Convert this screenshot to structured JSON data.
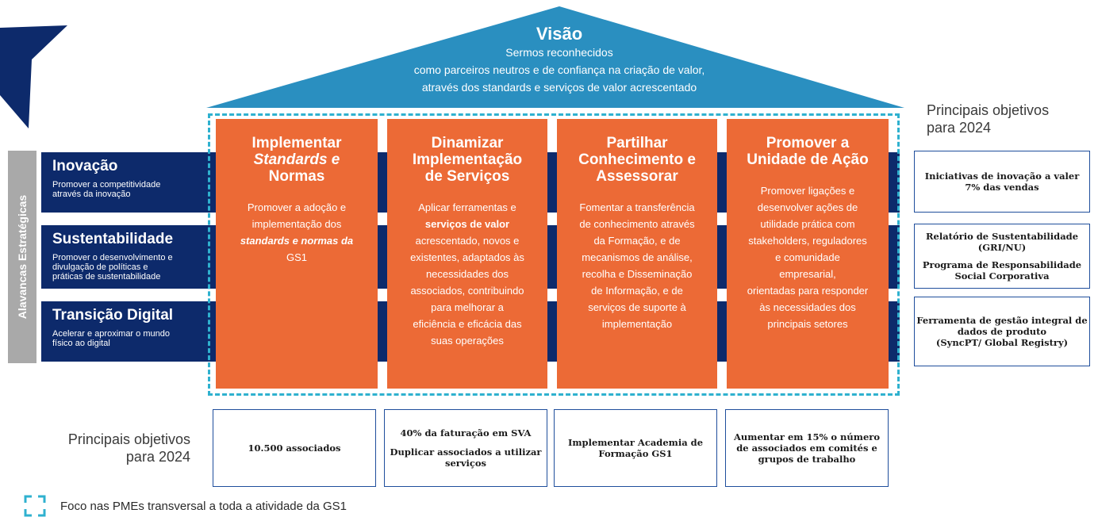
{
  "vision": {
    "title": "Visão",
    "line1": "Sermos reconhecidos",
    "line2": "como parceiros neutros e de confiança na criação de valor,",
    "line3": "através dos standards e serviços de valor acrescentado"
  },
  "levers": {
    "label": "Alavancas Estratégicas",
    "items": [
      {
        "title": "Inovação",
        "desc": [
          "Promover a competitividade",
          "através da inovação"
        ]
      },
      {
        "title": "Sustentabilidade",
        "desc": [
          "Promover o desenvolvimento e",
          "divulgação de políticas e",
          "práticas de sustentabilidade"
        ]
      },
      {
        "title": "Transição Digital",
        "desc": [
          "Acelerar e aproximar  o mundo",
          "físico ao digital"
        ]
      }
    ]
  },
  "pillars": [
    {
      "title": [
        "Implementar",
        "Standards e",
        "Normas"
      ],
      "body": [
        "Promover a adoção e",
        "implementação dos",
        "standards e normas da",
        "GS1"
      ]
    },
    {
      "title": [
        "Dinamizar",
        "Implementação",
        "de Serviços"
      ],
      "body": [
        "Aplicar ferramentas e",
        "serviços de valor",
        "acrescentado, novos e",
        "existentes, adaptados às",
        "necessidades dos",
        "associados, contribuindo",
        "para melhorar a",
        "eficiência e eficácia das",
        "suas operações"
      ]
    },
    {
      "title": [
        "Partilhar",
        "Conhecimento e",
        "Assessorar"
      ],
      "body": [
        "Fomentar a transferência",
        "de conhecimento através",
        "da Formação,  e de",
        "mecanismos de análise,",
        "recolha e Disseminação",
        "de Informação, e de",
        "serviços de suporte à",
        "implementação"
      ]
    },
    {
      "title": [
        "Promover a",
        "Unidade de Ação"
      ],
      "body": [
        "Promover ligações e",
        "desenvolver ações de",
        "utilidade prática com",
        "stakeholders, reguladores",
        "e comunidade",
        "empresarial,",
        "orientadas para responder",
        "às necessidades dos",
        "principais setores"
      ]
    }
  ],
  "objectives_heading": [
    "Principais objetivos",
    "para 2024"
  ],
  "right_objectives": [
    [
      "Iniciativas de inovação a valer",
      "7% das vendas"
    ],
    [
      "Relatório de Sustentabilidade",
      "(GRI/NU)",
      "",
      "Programa de Responsabilidade",
      "Social Corporativa"
    ],
    [
      "Ferramenta de gestão integral de",
      "dados de produto",
      "(SyncPT/ Global Registry)"
    ]
  ],
  "bottom_objectives": [
    [
      "10.500 associados"
    ],
    [
      "40% da faturação em SVA",
      "",
      "Duplicar associados a utilizar",
      "serviços"
    ],
    [
      "Implementar Academia de",
      "Formação GS1"
    ],
    [
      "Aumentar em 15% o número",
      "de associados em comités e",
      "grupos de trabalho"
    ]
  ],
  "legend": "Foco nas PMEs transversal a toda a atividade da GS1",
  "colors": {
    "navy": "#0d2a6b",
    "roof": "#2a8fc0",
    "orange": "#ec6a36",
    "teal": "#2fb1cf",
    "grey": "#a9a9a9"
  }
}
